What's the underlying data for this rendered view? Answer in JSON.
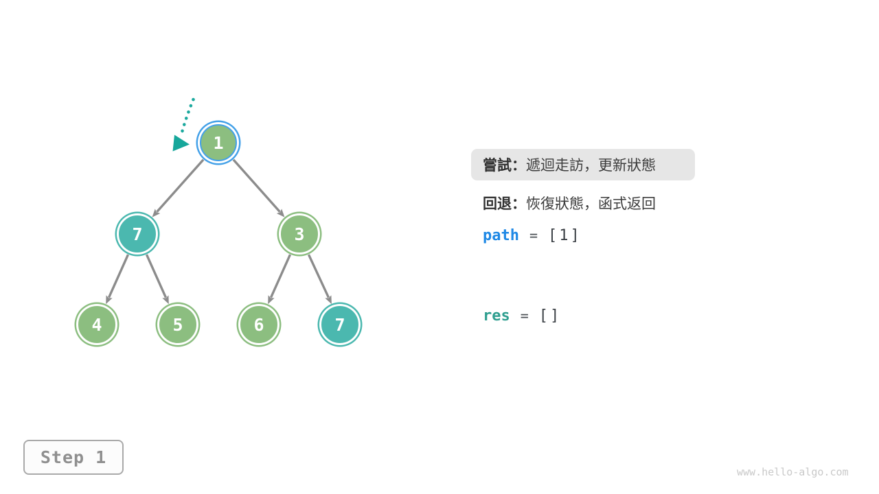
{
  "figure": {
    "topic": "backtracking preorder traversal on a binary tree",
    "step_label": "Step 1"
  },
  "colors": {
    "node_green": "#8CBE80",
    "node_teal": "#4BB8AF",
    "current_ring_blue": "#44A1E8",
    "edge_gray": "#8C8C8C",
    "pointer_teal": "#1CA99E",
    "path_blue": "#1E88E5",
    "res_teal": "#2E9E8F",
    "highlight_bg": "#E6E6E6"
  },
  "tree": {
    "nodes": [
      {
        "label": "1",
        "fill": "green",
        "ring": "blue",
        "current": true
      },
      {
        "label": "7",
        "fill": "teal",
        "ring": "teal"
      },
      {
        "label": "3",
        "fill": "green",
        "ring": "green"
      },
      {
        "label": "4",
        "fill": "green",
        "ring": "green"
      },
      {
        "label": "5",
        "fill": "green",
        "ring": "green"
      },
      {
        "label": "6",
        "fill": "green",
        "ring": "green"
      },
      {
        "label": "7",
        "fill": "teal",
        "ring": "teal"
      }
    ],
    "edges": [
      [
        0,
        1
      ],
      [
        0,
        2
      ],
      [
        1,
        3
      ],
      [
        1,
        4
      ],
      [
        2,
        5
      ],
      [
        2,
        6
      ]
    ]
  },
  "panel": {
    "try": {
      "label": "嘗試：",
      "text": "遞迴走訪，更新狀態"
    },
    "back": {
      "label": "回退：",
      "text": "恢復狀態，函式返回"
    },
    "path": {
      "name": "path",
      "eq": "=",
      "value": "[1]"
    },
    "res": {
      "name": "res",
      "eq": "=",
      "value": "[]"
    }
  },
  "step_badge": {
    "label": "Step 1"
  },
  "watermark": {
    "text": "www.hello-algo.com"
  }
}
